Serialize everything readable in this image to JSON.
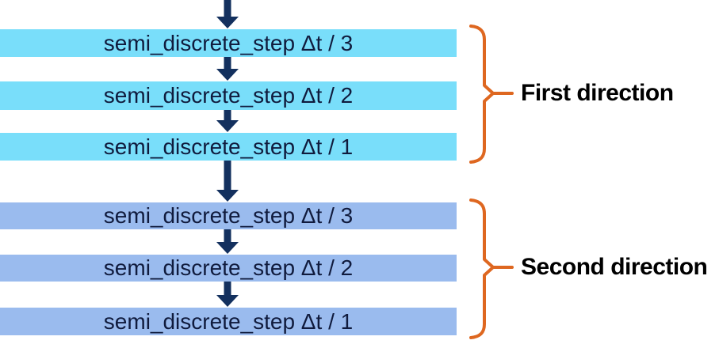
{
  "colors": {
    "background": "#FFFFFF",
    "first_group_bar": "#79DEFA",
    "second_group_bar": "#9ABBEE",
    "arrow": "#13305E",
    "bar_text": "#101B3D",
    "brace": "#DE6720",
    "group_label_text": "#000000"
  },
  "diagram": {
    "groups": [
      {
        "label": "First direction",
        "steps": [
          "semi_discrete_step Δt / 3",
          "semi_discrete_step Δt / 2",
          "semi_discrete_step Δt / 1"
        ]
      },
      {
        "label": "Second direction",
        "steps": [
          "semi_discrete_step Δt / 3",
          "semi_discrete_step Δt / 2",
          "semi_discrete_step Δt / 1"
        ]
      }
    ]
  }
}
